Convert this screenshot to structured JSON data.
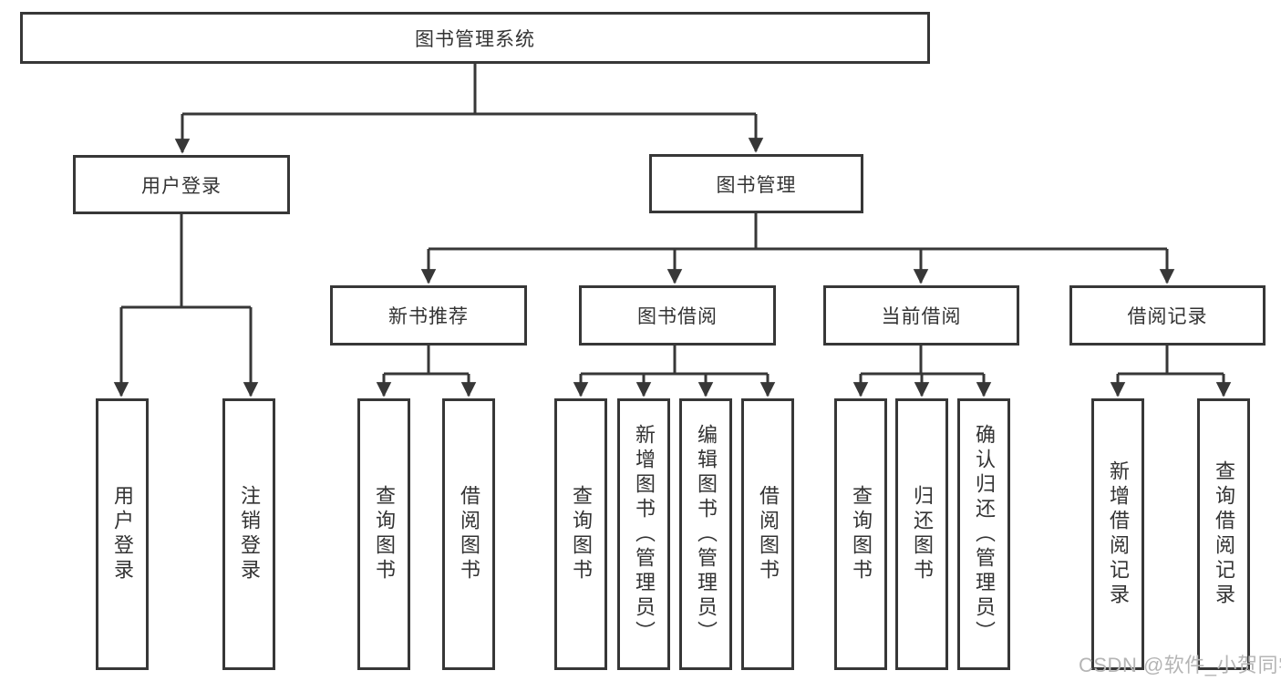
{
  "diagram": {
    "root_label": "图书管理系统",
    "user_login": {
      "label": "用户登录",
      "children": [
        "用户登录",
        "注销登录"
      ]
    },
    "book_management": {
      "label": "图书管理",
      "modules": [
        {
          "label": "新书推荐",
          "children": [
            "查询图书",
            "借阅图书"
          ]
        },
        {
          "label": "图书借阅",
          "children": [
            "查询图书",
            "新增图书（管理员）",
            "编辑图书（管理员）",
            "借阅图书"
          ]
        },
        {
          "label": "当前借阅",
          "children": [
            "查询图书",
            "归还图书",
            "确认归还（管理员）"
          ]
        },
        {
          "label": "借阅记录",
          "children": [
            "新增借阅记录",
            "查询借阅记录"
          ]
        }
      ]
    },
    "watermark": "CSDN @软件_小贺同学",
    "colors": {
      "line": "#373737",
      "text": "#333333",
      "watermark": "#b5b5b5"
    }
  }
}
